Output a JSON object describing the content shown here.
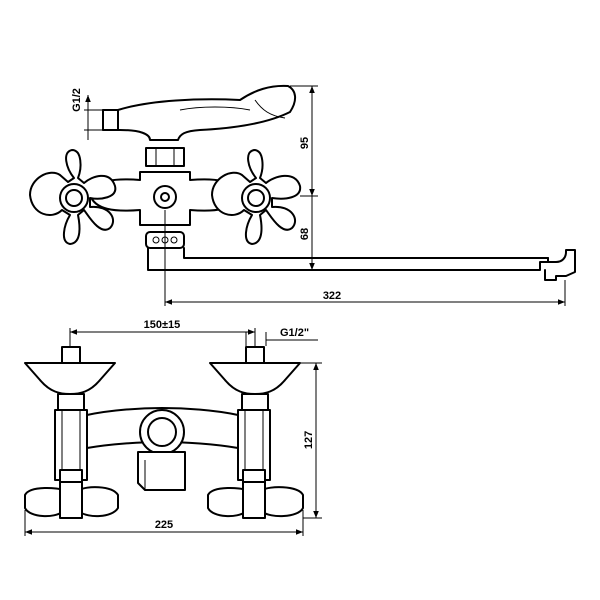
{
  "side_view": {
    "thread_label": "G1/2",
    "height_upper": "95",
    "height_lower": "68",
    "spout_length": "322"
  },
  "front_view": {
    "center_distance": "150±15",
    "thread_label": "G1/2\"",
    "overall_height": "127",
    "overall_width": "225"
  }
}
